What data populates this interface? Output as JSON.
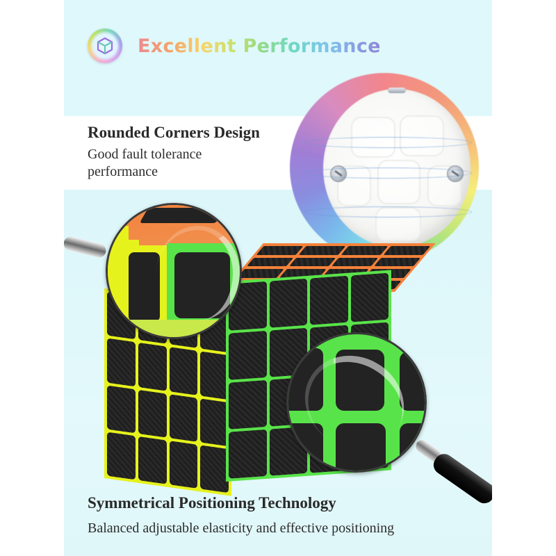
{
  "header": {
    "icon": "cube-badge-icon",
    "title": "Excellent Performance"
  },
  "features": [
    {
      "title": "Rounded Corners Design",
      "description_line1": "Good fault tolerance",
      "description_line2": "performance"
    },
    {
      "title": "Symmetrical Positioning Technology",
      "description": "Balanced adjustable elasticity and effective positioning"
    }
  ],
  "images": {
    "core": "cube-core-mechanism-image",
    "cube": "4x4-carbon-fiber-speed-cube-image",
    "magnifier_top": "magnifying-glass-rounded-corner-detail",
    "magnifier_bottom": "magnifying-glass-positioning-detail"
  },
  "colors": {
    "panel_background": "#dff8fb",
    "text": "#2a2a2a",
    "cube_yellow": "#e6f21c",
    "cube_green": "#59e34a",
    "cube_orange": "#f4823a",
    "sticker_black": "#222222"
  }
}
